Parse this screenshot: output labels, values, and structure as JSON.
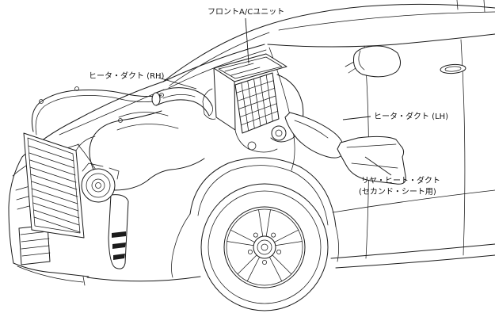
{
  "colors": {
    "background": "#ffffff",
    "line": "#1a1a1a"
  },
  "diagram": {
    "type": "vehicle-ac-system-cutaway-illustration",
    "labels": {
      "front_ac_unit": "フロントA/Cユニット",
      "heater_duct_rh": "ヒータ・ダクト (RH)",
      "heater_duct_lh": "ヒータ・ダクト (LH)",
      "rear_heat_duct_line1": "リヤ・ヒート・ダクト",
      "rear_heat_duct_line2": "(セカンド・シート用)"
    }
  }
}
